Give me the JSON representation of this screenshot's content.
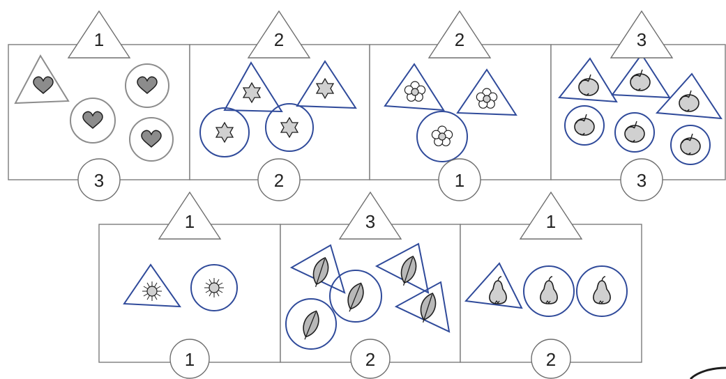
{
  "colors": {
    "outline_blue": "#2f4a9a",
    "outline_gray": "#8c8c8c",
    "heart_fill": "#8c8c8c",
    "object_fill": "#d0d0d0"
  },
  "panels": [
    {
      "id": "hearts",
      "object_icon": "heart-icon",
      "triangle_label": "1",
      "circle_label": "3"
    },
    {
      "id": "stars",
      "object_icon": "star-icon",
      "triangle_label": "2",
      "circle_label": "2"
    },
    {
      "id": "flowers",
      "object_icon": "flower-icon",
      "triangle_label": "2",
      "circle_label": "1"
    },
    {
      "id": "apples",
      "object_icon": "apple-icon",
      "triangle_label": "3",
      "circle_label": "3"
    },
    {
      "id": "suns",
      "object_icon": "sun-icon",
      "triangle_label": "1",
      "circle_label": "1"
    },
    {
      "id": "leaves",
      "object_icon": "leaf-icon",
      "triangle_label": "3",
      "circle_label": "2"
    },
    {
      "id": "pears",
      "object_icon": "pear-icon",
      "triangle_label": "1",
      "circle_label": "2"
    }
  ]
}
